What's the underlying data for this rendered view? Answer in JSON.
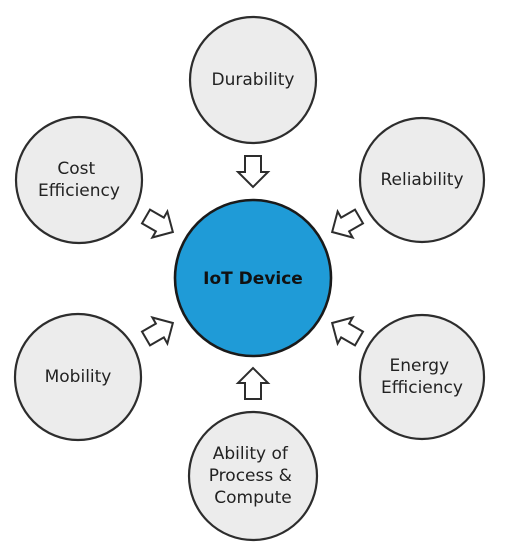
{
  "center": {
    "label": "IoT Device",
    "color": "#1f9bd7"
  },
  "nodes": [
    {
      "id": "durability",
      "lines": [
        "Durability"
      ]
    },
    {
      "id": "reliability",
      "lines": [
        "Reliability"
      ]
    },
    {
      "id": "energy-efficiency",
      "lines": [
        "Energy",
        "Efficiency"
      ]
    },
    {
      "id": "ability-of-process-compute",
      "lines": [
        "Ability of",
        "Process &",
        "Compute"
      ]
    },
    {
      "id": "mobility",
      "lines": [
        "Mobility"
      ]
    },
    {
      "id": "cost-efficiency",
      "lines": [
        "Cost",
        "Efficiency"
      ]
    }
  ],
  "colors": {
    "node_fill": "#ececec",
    "stroke": "#2d2d2d",
    "arrow_fill": "#ffffff"
  }
}
